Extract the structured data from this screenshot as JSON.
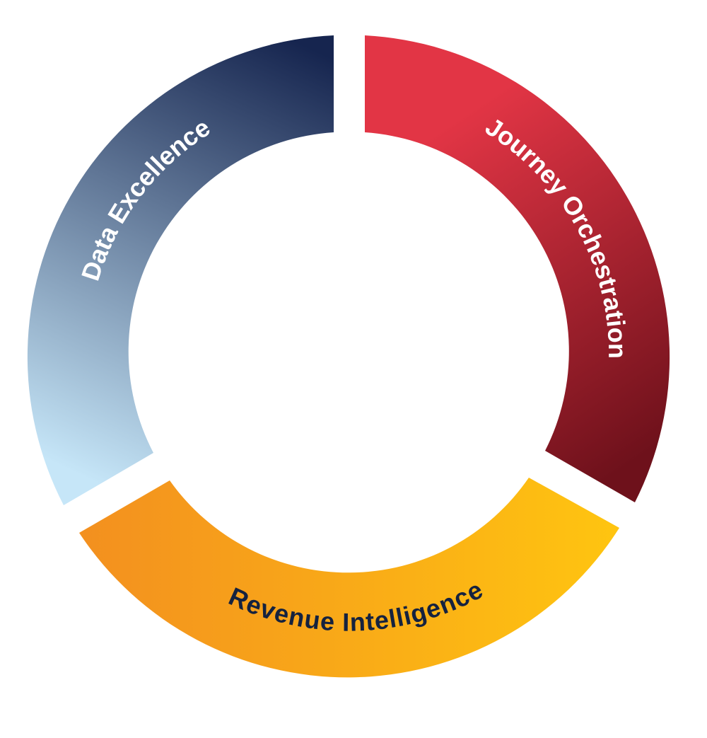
{
  "diagram": {
    "segments": [
      {
        "id": "journey",
        "label": "Journey Orchestration",
        "gradient": [
          "#e23545",
          "#6e111b"
        ],
        "text_color": "#ffffff"
      },
      {
        "id": "revenue",
        "label": "Revenue Intelligence",
        "gradient": [
          "#f3901f",
          "#ffc510"
        ],
        "text_color": "#15223f"
      },
      {
        "id": "data",
        "label": "Data Excellence",
        "gradient": [
          "#16254f",
          "#c6e6f8"
        ],
        "text_color": "#ffffff"
      }
    ]
  }
}
